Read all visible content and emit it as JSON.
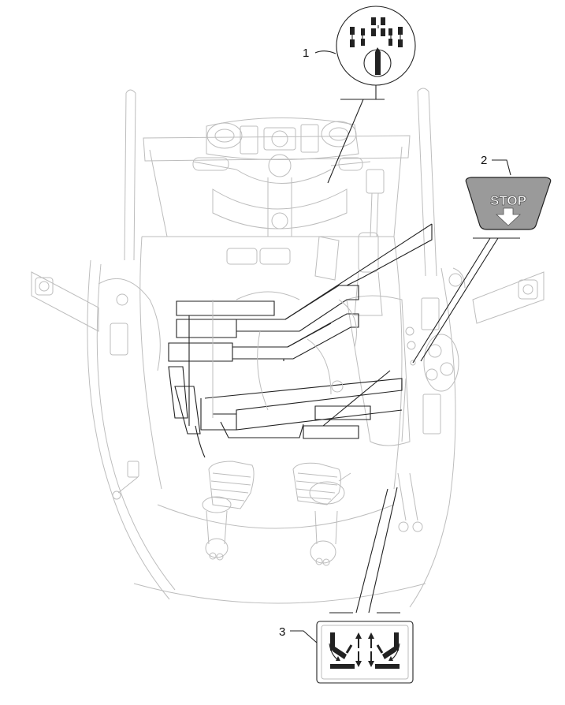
{
  "callouts": [
    {
      "number": "1",
      "part": "selector-switch-decal"
    },
    {
      "number": "2",
      "part": "stop-decal"
    },
    {
      "number": "3",
      "part": "joystick-pattern-decal"
    }
  ],
  "stop_decal": {
    "text": "STOP"
  }
}
